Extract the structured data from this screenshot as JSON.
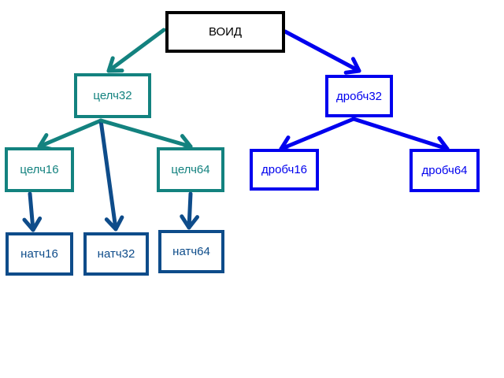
{
  "colors": {
    "root": "#000000",
    "teal": "#13827f",
    "navy": "#0e4c8a",
    "blue": "#0000ee"
  },
  "nodes": {
    "void": {
      "label": "ВОИД",
      "color": "root"
    },
    "int32": {
      "label": "целч32",
      "color": "teal"
    },
    "int16": {
      "label": "целч16",
      "color": "teal"
    },
    "int64": {
      "label": "целч64",
      "color": "teal"
    },
    "nat16": {
      "label": "натч16",
      "color": "navy"
    },
    "nat32": {
      "label": "натч32",
      "color": "navy"
    },
    "nat64": {
      "label": "натч64",
      "color": "navy"
    },
    "fl32": {
      "label": "дробч32",
      "color": "blue"
    },
    "fl16": {
      "label": "дробч16",
      "color": "blue"
    },
    "fl64": {
      "label": "дробч64",
      "color": "blue"
    }
  },
  "edges": [
    {
      "from": "void",
      "to": "int32",
      "color": "teal"
    },
    {
      "from": "void",
      "to": "fl32",
      "color": "blue"
    },
    {
      "from": "int32",
      "to": "int16",
      "color": "teal"
    },
    {
      "from": "int32",
      "to": "nat32",
      "color": "navy"
    },
    {
      "from": "int32",
      "to": "int64",
      "color": "teal"
    },
    {
      "from": "int16",
      "to": "nat16",
      "color": "navy"
    },
    {
      "from": "int64",
      "to": "nat64",
      "color": "navy"
    },
    {
      "from": "fl32",
      "to": "fl16",
      "color": "blue"
    },
    {
      "from": "fl32",
      "to": "fl64",
      "color": "blue"
    }
  ]
}
